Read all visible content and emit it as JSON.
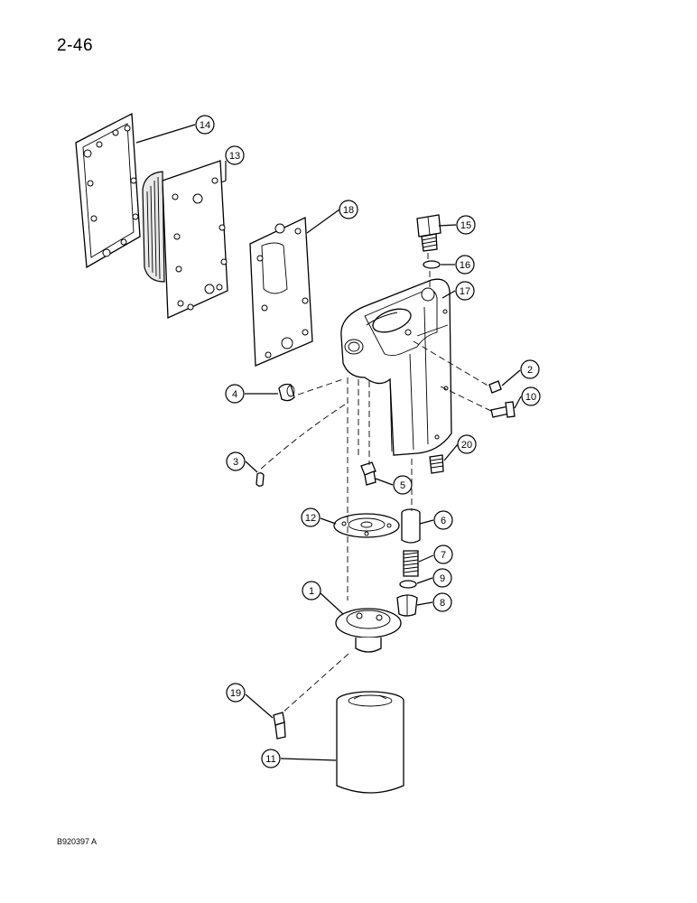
{
  "page": {
    "page_number": "2-46",
    "figure_id": "B920397 A"
  },
  "callouts": [
    {
      "id": "c1",
      "label": "1"
    },
    {
      "id": "c2",
      "label": "2"
    },
    {
      "id": "c3",
      "label": "3"
    },
    {
      "id": "c4",
      "label": "4"
    },
    {
      "id": "c5",
      "label": "5"
    },
    {
      "id": "c6",
      "label": "6"
    },
    {
      "id": "c7",
      "label": "7"
    },
    {
      "id": "c8",
      "label": "8"
    },
    {
      "id": "c9",
      "label": "9"
    },
    {
      "id": "c10",
      "label": "10"
    },
    {
      "id": "c11",
      "label": "11"
    },
    {
      "id": "c12",
      "label": "12"
    },
    {
      "id": "c13",
      "label": "13"
    },
    {
      "id": "c14",
      "label": "14"
    },
    {
      "id": "c15",
      "label": "15"
    },
    {
      "id": "c16",
      "label": "16"
    },
    {
      "id": "c17",
      "label": "17"
    },
    {
      "id": "c18",
      "label": "18"
    },
    {
      "id": "c19",
      "label": "19"
    },
    {
      "id": "c20",
      "label": "20"
    }
  ]
}
